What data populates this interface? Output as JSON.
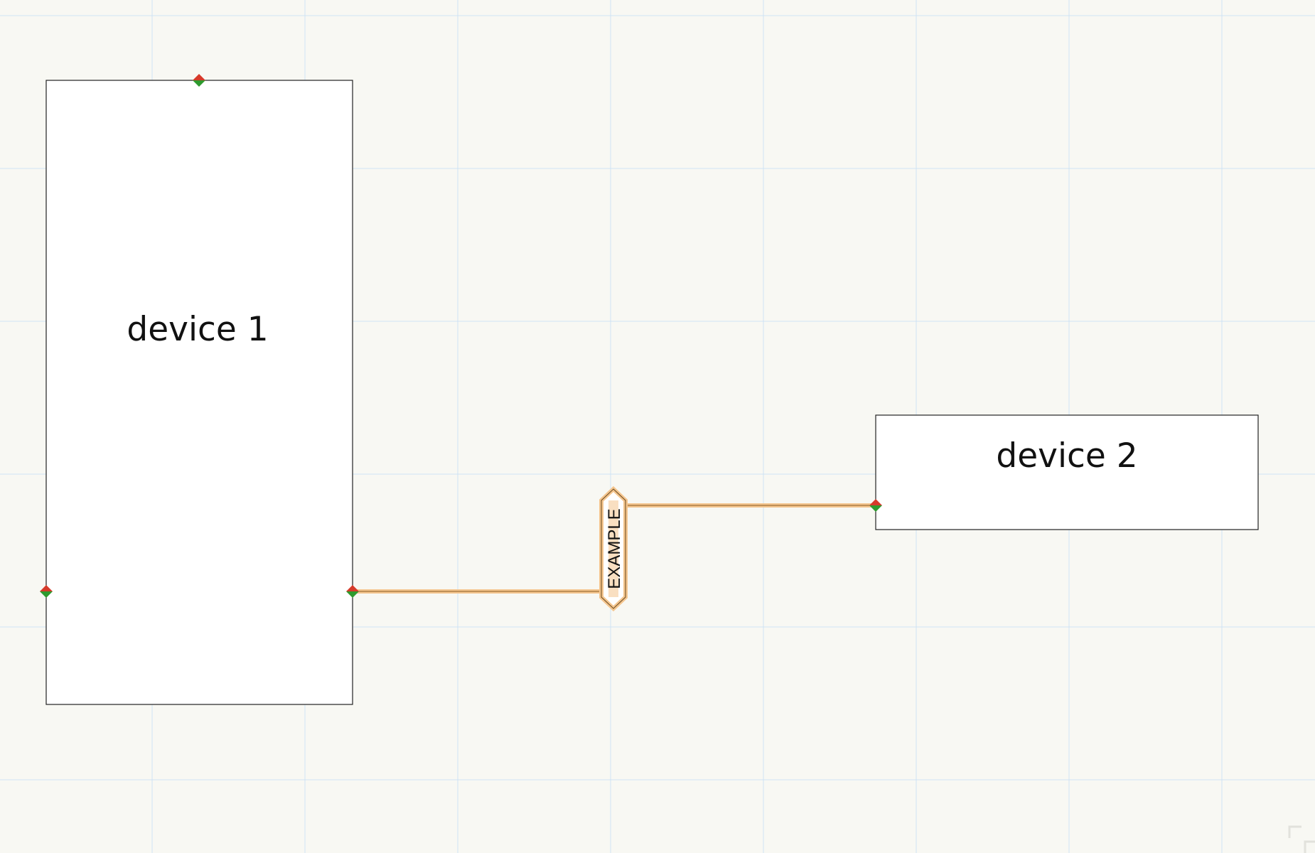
{
  "diagram": {
    "nodes": [
      {
        "id": "device1",
        "label": "device 1"
      },
      {
        "id": "device2",
        "label": "device 2"
      }
    ],
    "connection": {
      "from": "device1",
      "to": "device2",
      "label": "EXAMPLE",
      "color": "#f0a040"
    },
    "port_colors": {
      "a": "#d63a2a",
      "b": "#2e9a2e"
    },
    "grid_color": "#cfe3f5",
    "background": "#f8f8f3"
  }
}
